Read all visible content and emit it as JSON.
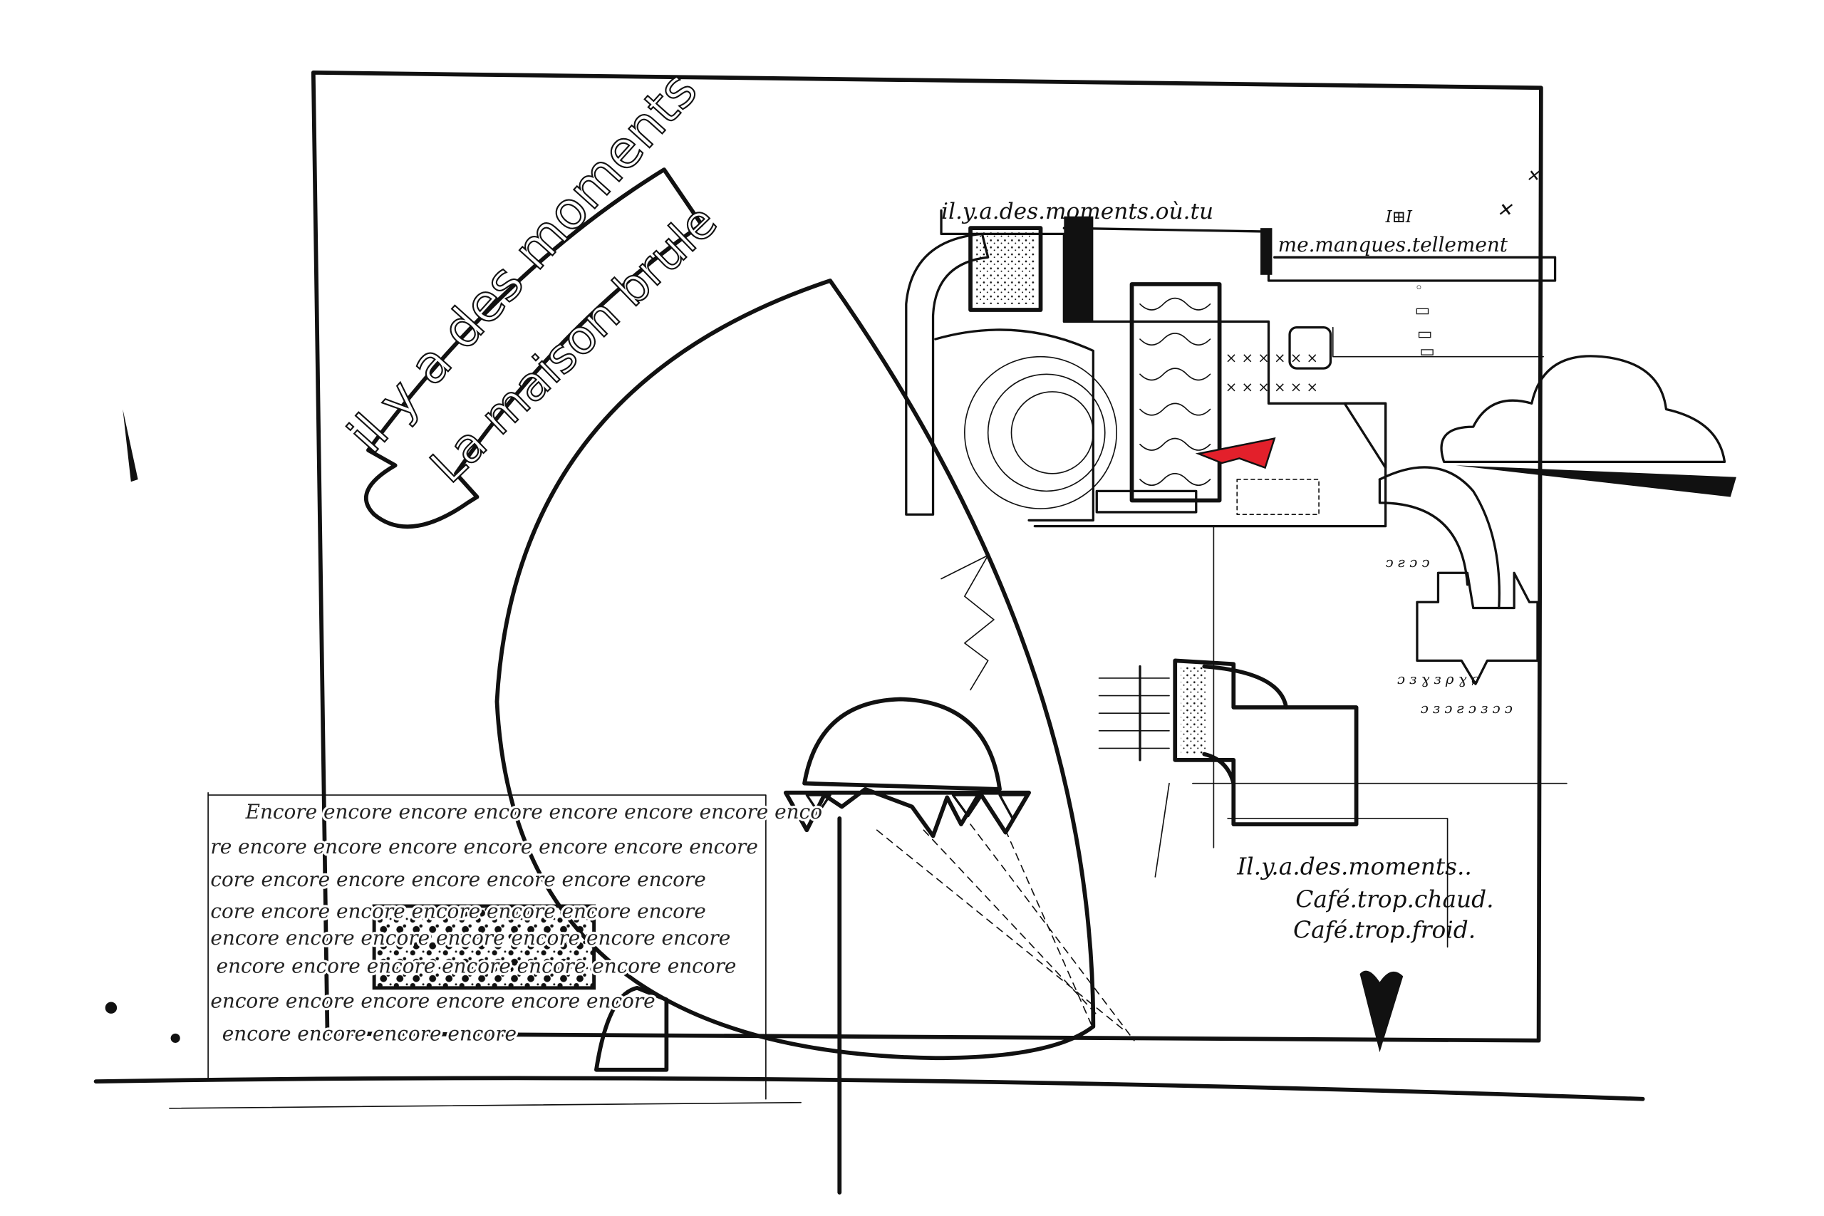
{
  "artwork": {
    "banner": {
      "upper_text": "il y a des moments",
      "lower_text": "La maison brule"
    },
    "top_caption": {
      "line1": "il.y.a.des.moments.où.tu",
      "line2": "me.manques.tellement"
    },
    "bottom_caption": {
      "line1": "Il.y.a.des.moments..",
      "line2": "Café.trop.chaud.",
      "line3": "Café.trop.froid."
    },
    "encore_block": {
      "lines": [
        "Encore encore encore encore encore encore encore enco",
        "re encore encore encore encore encore encore encore",
        "core encore encore encore encore encore encore",
        "core encore encore encore encore encore encore",
        "encore encore encore encore encore encore encore",
        "encore encore encore encore encore encore encore",
        "encore encore encore encore encore encore",
        "encore encore encore encore"
      ]
    },
    "colors": {
      "ink": "#111111",
      "accent_red": "#e3202b",
      "paper": "#ffffff"
    }
  }
}
